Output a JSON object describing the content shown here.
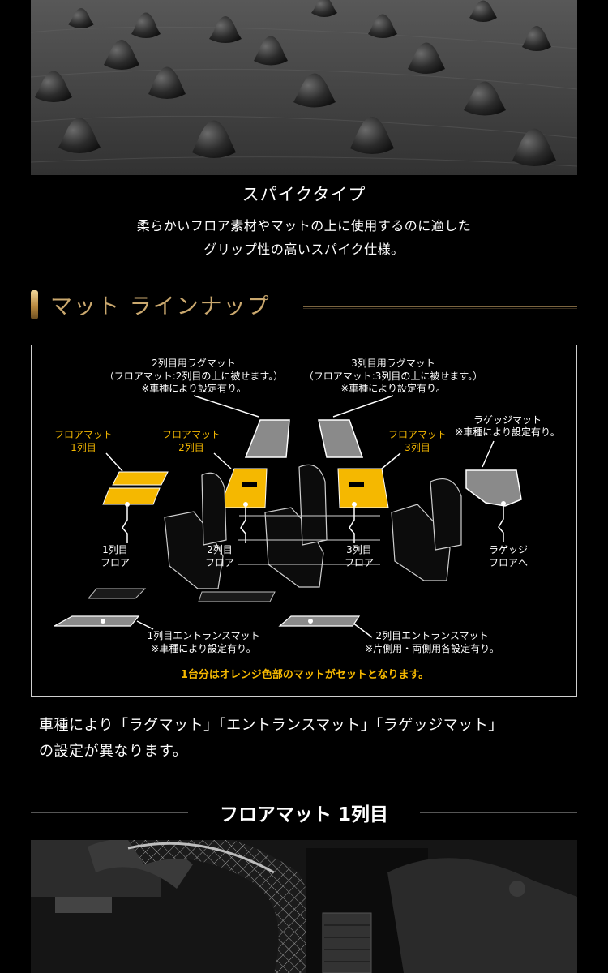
{
  "spike": {
    "title": "スパイクタイプ",
    "desc_line1": "柔らかいフロア素材やマットの上に使用するのに適した",
    "desc_line2": "グリップ性の高いスパイク仕様。"
  },
  "lineup_section": {
    "title": "マット ラインナップ"
  },
  "diagram": {
    "rug2_line1": "2列目用ラグマット",
    "rug2_line2": "（フロアマット:2列目の上に被せます。）",
    "rug2_line3": "※車種により設定有り。",
    "rug3_line1": "3列目用ラグマット",
    "rug3_line2": "（フロアマット:3列目の上に被せます。）",
    "rug3_line3": "※車種により設定有り。",
    "luggage_line1": "ラゲッジマット",
    "luggage_line2": "※車種により設定有り。",
    "floor1_line1": "フロアマット",
    "floor1_line2": "1列目",
    "floor2_line1": "フロアマット",
    "floor2_line2": "2列目",
    "floor3_line1": "フロアマット",
    "floor3_line2": "3列目",
    "row1_floor_line1": "1列目",
    "row1_floor_line2": "フロア",
    "row2_floor_line1": "2列目",
    "row2_floor_line2": "フロア",
    "row3_floor_line1": "3列目",
    "row3_floor_line2": "フロア",
    "luggage_floor_line1": "ラゲッジ",
    "luggage_floor_line2": "フロアへ",
    "entrance1_line1": "1列目エントランスマット",
    "entrance1_line2": "※車種により設定有り。",
    "entrance2_line1": "2列目エントランスマット",
    "entrance2_line2": "※片側用・両側用各設定有り。",
    "set_note": "1台分はオレンジ色部のマットがセットとなります。",
    "colors": {
      "orange": "#f5b800",
      "gray": "#8a8a8a",
      "line": "#ffffff"
    }
  },
  "note": {
    "line1": "車種により「ラグマット」「エントランスマット」「ラゲッジマット」",
    "line2": "の設定が異なります。"
  },
  "floor_mat_section": {
    "title": "フロアマット 1列目"
  }
}
